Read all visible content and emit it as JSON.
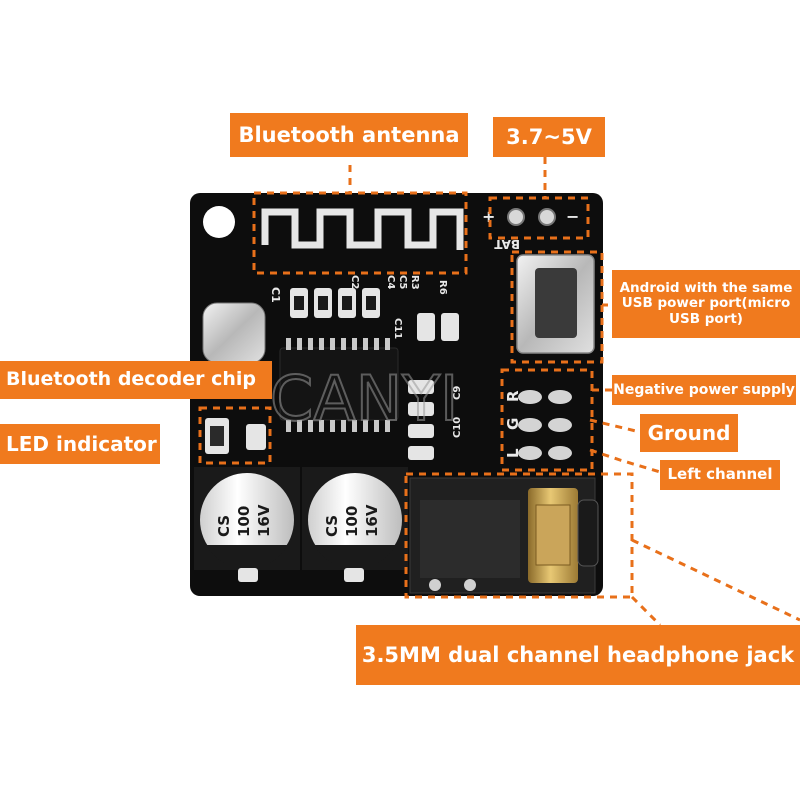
{
  "labels": {
    "antenna": "Bluetooth antenna",
    "voltage": "3.7~5V",
    "usb_line1": "Android with the same",
    "usb_line2": "USB power port(micro",
    "usb_line3": "USB port)",
    "negative": "Negative power supply",
    "ground": "Ground",
    "left": "Left channel",
    "decoder": "Bluetooth decoder chip",
    "led": "LED indicator",
    "jack": "3.5MM dual channel headphone jack"
  },
  "silkscreen": {
    "bat": "BAT",
    "plus": "+",
    "minus": "−",
    "c1": "C1",
    "c2": "C2",
    "c4": "C4",
    "c5": "C5",
    "r3": "R3",
    "r6": "R6",
    "c11": "C11",
    "c10": "C10",
    "c9": "C9",
    "pin_r": "R",
    "pin_g": "G",
    "pin_l": "L",
    "cap1_line1": "CS",
    "cap1_line2": "100",
    "cap1_line3": "16V",
    "cap2_line1": "CS",
    "cap2_line2": "100",
    "cap2_line3": "16V"
  },
  "watermark": "CANYI",
  "colors": {
    "accent": "#f07a1e",
    "board": "#0d0d0d"
  }
}
